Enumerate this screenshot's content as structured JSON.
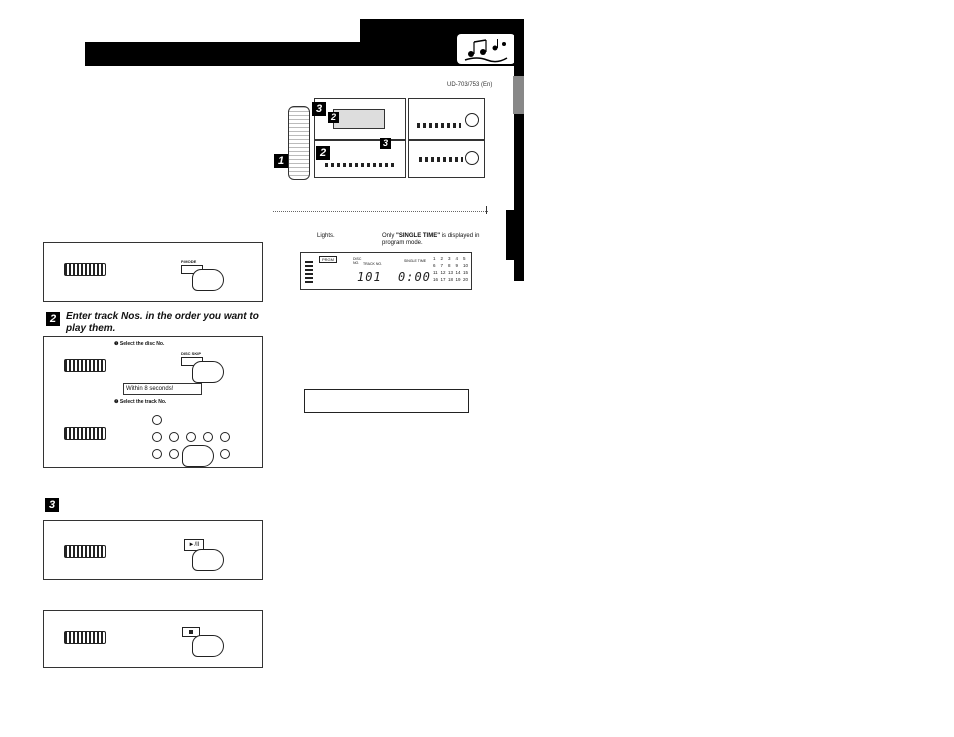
{
  "header": {
    "model_ref": "UD-703/753 (En)",
    "logo_icon": "music-notes-icon"
  },
  "display_section": {
    "lights_label": "Lights.",
    "only_text_prefix": "Only ",
    "only_text_bold": "\"SINGLE TIME\"",
    "only_text_suffix": " is displayed in program mode.",
    "prgm_label": "PRGM",
    "disc_no_label": "DISC NO.",
    "track_no_label": "TRACK NO.",
    "single_time_label": "SINGLE TIME",
    "track_digits": "101",
    "time_digits": "0:00",
    "track_grid": [
      "1",
      "2",
      "3",
      "4",
      "5",
      "6",
      "7",
      "8",
      "9",
      "10",
      "11",
      "12",
      "13",
      "14",
      "15",
      "16",
      "17",
      "18",
      "19",
      "20"
    ]
  },
  "step1": {
    "button_label": "P.MODE"
  },
  "step2": {
    "badge": "2",
    "heading": "Enter track Nos. in the order you want to play them.",
    "select_disc": "❶ Select the disc No.",
    "disc_skip_label": "DISC SKIP",
    "within_note": "Within 8 seconds!",
    "select_track": "❷ Select the track No."
  },
  "step3": {
    "badge": "3",
    "play_button_label": "►/II"
  },
  "diagram": {
    "badges": [
      "3",
      "2",
      "3",
      "1",
      "2"
    ]
  }
}
